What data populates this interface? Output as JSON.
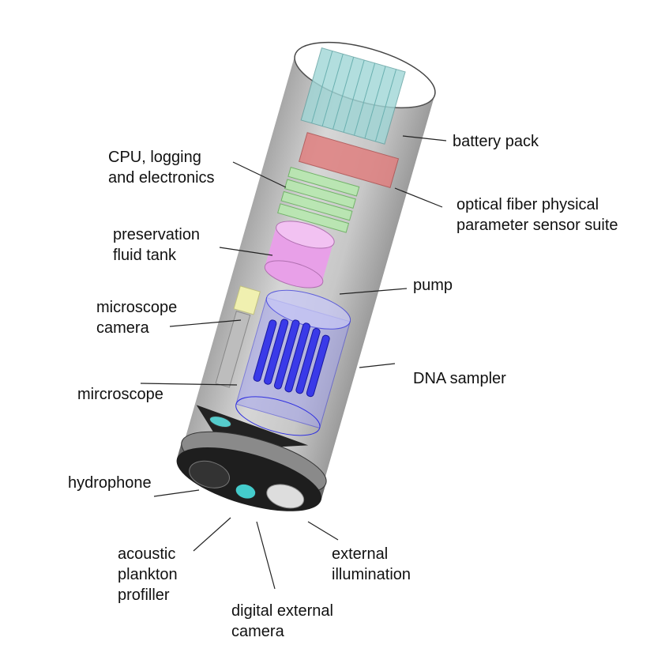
{
  "title": "Instrument component diagram",
  "labels": {
    "battery_pack": "battery pack",
    "cpu_line1": "CPU, logging",
    "cpu_line2": "and electronics",
    "optical_line1": "optical fiber physical",
    "optical_line2": "parameter sensor suite",
    "preservation_line1": "preservation",
    "preservation_line2": "fluid tank",
    "pump": "pump",
    "microscope_camera_line1": "microscope",
    "microscope_camera_line2": "camera",
    "dna_sampler": "DNA sampler",
    "microscope": "mircroscope",
    "hydrophone": "hydrophone",
    "acoustic_line1": "acoustic",
    "acoustic_line2": "plankton",
    "acoustic_line3": "profiller",
    "illumination_line1": "external",
    "illumination_line2": "illumination",
    "camera_line1": "digital external",
    "camera_line2": "camera"
  },
  "colors": {
    "battery": "#9fd6d6",
    "sensor_suite": "#e08080",
    "cpu": "#a8e0a0",
    "fluid_tank": "#e8a0e8",
    "dna_sampler": "#3030e0",
    "microscope_camera": "#f0f0b0",
    "housing": "#9a9a9a"
  }
}
